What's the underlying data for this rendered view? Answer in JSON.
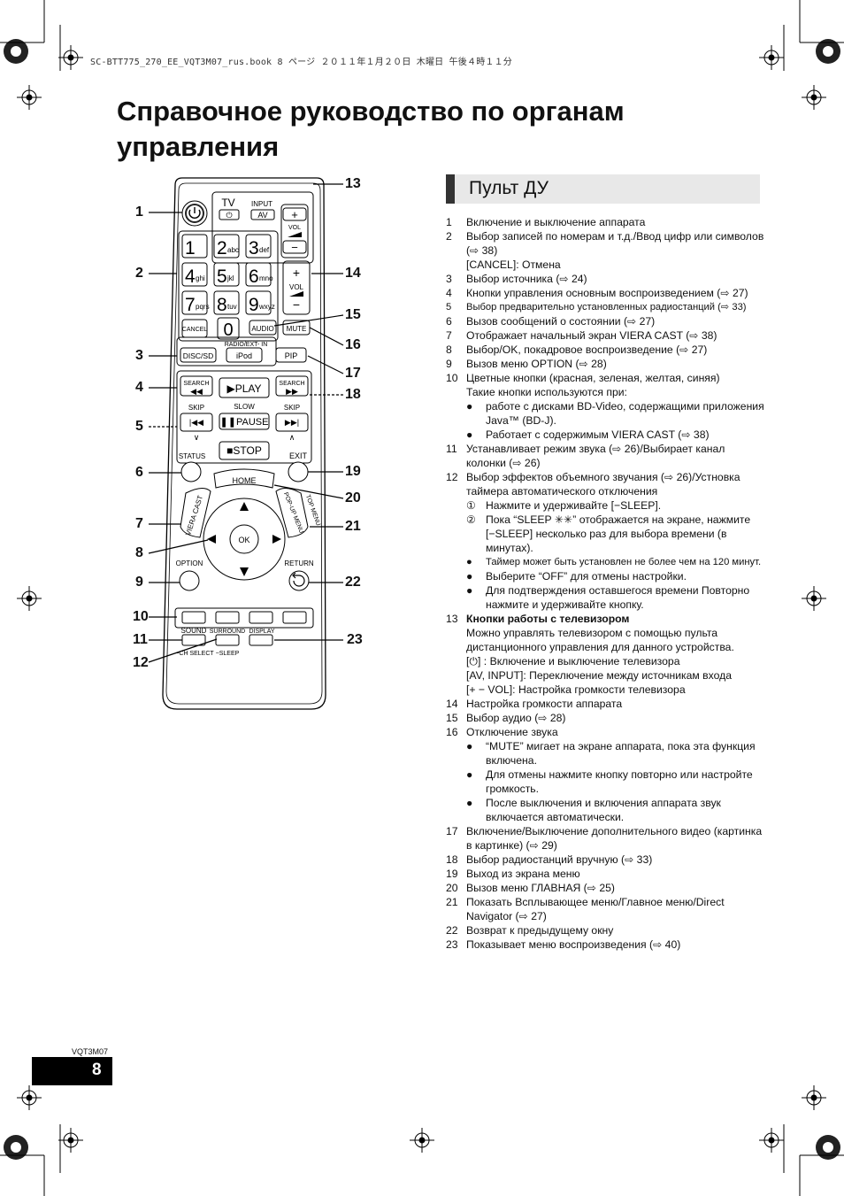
{
  "header": {
    "file_line": "SC-BTT775_270_EE_VQT3M07_rus.book  8 ページ  ２０１１年１月２０日  木曜日  午後４時１１分"
  },
  "title_lines": [
    "Справочное руководство по органам",
    "управления"
  ],
  "section_title": "Пульт ДУ",
  "remote": {
    "tv_label": "TV",
    "input_label": "INPUT",
    "av_label": "AV",
    "vol_label": "VOL",
    "plus": "+",
    "minus": "−",
    "keys": [
      {
        "d": "1",
        "s": ""
      },
      {
        "d": "2",
        "s": "abc"
      },
      {
        "d": "3",
        "s": "def"
      },
      {
        "d": "4",
        "s": "ghi"
      },
      {
        "d": "5",
        "s": "jkl"
      },
      {
        "d": "6",
        "s": "mno"
      },
      {
        "d": "7",
        "s": "pqrs"
      },
      {
        "d": "8",
        "s": "tuv"
      },
      {
        "d": "9",
        "s": "wxyz"
      }
    ],
    "cancel": "CANCEL",
    "zero": "0",
    "audio": "AUDIO",
    "mute": "MUTE",
    "radio_ext": "RADIO/EXT- IN",
    "disc_sd": "DISC/SD",
    "ipod": "iPod",
    "pip": "PIP",
    "search": "SEARCH",
    "play": "▶PLAY",
    "slow": "SLOW",
    "skip": "SKIP",
    "pause": "❚❚PAUSE",
    "stop": "■STOP",
    "status": "STATUS",
    "exit": "EXIT",
    "home": "HOME",
    "viera_cast": "VIERA CAST",
    "popup_menu": "POP-UP MENU",
    "top_menu": "TOP MENU",
    "ok": "OK",
    "option": "OPTION",
    "return": "RETURN",
    "sound": "SOUND",
    "surround": "SURROUND",
    "display": "DISPLAY",
    "ch_select": "−CH SELECT",
    "sleep": "−SLEEP"
  },
  "callouts": [
    "1",
    "2",
    "3",
    "4",
    "5",
    "6",
    "7",
    "8",
    "9",
    "10",
    "11",
    "12",
    "13",
    "14",
    "15",
    "16",
    "17",
    "18",
    "19",
    "20",
    "21",
    "22",
    "23"
  ],
  "items": [
    {
      "n": "1",
      "lines": [
        "Включение и выключение аппарата"
      ]
    },
    {
      "n": "2",
      "lines": [
        "Выбор записей по номерам и т.д./Ввод цифр или символов (⇨ 38)",
        "[CANCEL]: Отмена"
      ]
    },
    {
      "n": "3",
      "lines": [
        "Выбор источника (⇨ 24)"
      ]
    },
    {
      "n": "4",
      "lines": [
        "Кнопки управления основным воспроизведением (⇨ 27)"
      ]
    },
    {
      "n": "5",
      "lines": [
        "Выбор предварительно установленных радиостанций (⇨ 33)"
      ],
      "small": true
    },
    {
      "n": "6",
      "lines": [
        "Вызов сообщений о состоянии (⇨ 27)"
      ]
    },
    {
      "n": "7",
      "lines": [
        "Отображает начальный экран VIERA CAST (⇨ 38)"
      ]
    },
    {
      "n": "8",
      "lines": [
        "Выбор/OK, покадровое воспроизведение (⇨ 27)"
      ]
    },
    {
      "n": "9",
      "lines": [
        "Вызов меню OPTION (⇨ 28)"
      ]
    },
    {
      "n": "10",
      "lines": [
        "Цветные кнопки (красная, зеленая, желтая, синяя)",
        "Такие кнопки используются при:"
      ],
      "subs": [
        {
          "m": "●",
          "t": "работе с дисками BD-Video, содержащими приложения Java™ (BD-J)."
        },
        {
          "m": "●",
          "t": "Работает с содержимым VIERA CAST (⇨ 38)"
        }
      ]
    },
    {
      "n": "11",
      "lines": [
        "Устанавливает режим звука (⇨ 26)/Выбирает канал колонки (⇨ 26)"
      ]
    },
    {
      "n": "12",
      "lines": [
        "Выбор эффектов объемного звучания (⇨ 26)/Устновка таймера автоматического отключения"
      ],
      "subs": [
        {
          "m": "①",
          "t": "Нажмите и удерживайте [−SLEEP]."
        },
        {
          "m": "②",
          "t": "Пока “SLEEP ✳✳” отображается на экране, нажмите [−SLEEP] несколько раз для выбора времени (в минутах)."
        },
        {
          "m": "●",
          "t": "Таймер может быть установлен не более чем на 120 минут.",
          "small": true
        },
        {
          "m": "●",
          "t": "Выберите “OFF” для отмены настройки."
        },
        {
          "m": "●",
          "t": "Для подтверждения оставшегося времени Повторно нажмите и удерживайте кнопку."
        }
      ]
    },
    {
      "n": "13",
      "bold_line": "Кнопки работы с телевизором",
      "lines": [
        "Можно управлять телевизором с помощью пульта дистанционного управления для данного устройства.",
        "[⏻] : Включение и выключение телевизора",
        "[AV, INPUT]: Переключение между источникам входа",
        "[+ − VOL]: Настройка громкости телевизора"
      ]
    },
    {
      "n": "14",
      "lines": [
        "Настройка громкости аппарата"
      ]
    },
    {
      "n": "15",
      "lines": [
        "Выбор аудио (⇨ 28)"
      ]
    },
    {
      "n": "16",
      "lines": [
        "Отключение звука"
      ],
      "subs": [
        {
          "m": "●",
          "t": "“MUTE” мигает на экране аппарата, пока эта функция включена."
        },
        {
          "m": "●",
          "t": "Для отмены нажмите кнопку повторно или настройте громкость."
        },
        {
          "m": "●",
          "t": "После выключения и включения аппарата звук включается автоматически."
        }
      ]
    },
    {
      "n": "17",
      "lines": [
        "Включение/Выключение дополнительного видео (картинка в картинке) (⇨ 29)"
      ]
    },
    {
      "n": "18",
      "lines": [
        "Выбор радиостанций вручную (⇨ 33)"
      ]
    },
    {
      "n": "19",
      "lines": [
        "Выход из экрана меню"
      ]
    },
    {
      "n": "20",
      "lines": [
        "Вызов меню ГЛАВНАЯ (⇨ 25)"
      ]
    },
    {
      "n": "21",
      "lines": [
        "Показать Всплывающее меню/Главное меню/Direct Navigator (⇨ 27)"
      ]
    },
    {
      "n": "22",
      "lines": [
        "Возврат к предыдущему окну"
      ]
    },
    {
      "n": "23",
      "lines": [
        "Показывает меню воспроизведения (⇨ 40)"
      ]
    }
  ],
  "footer": {
    "doc_code": "VQT3M07",
    "page_number": "8"
  }
}
